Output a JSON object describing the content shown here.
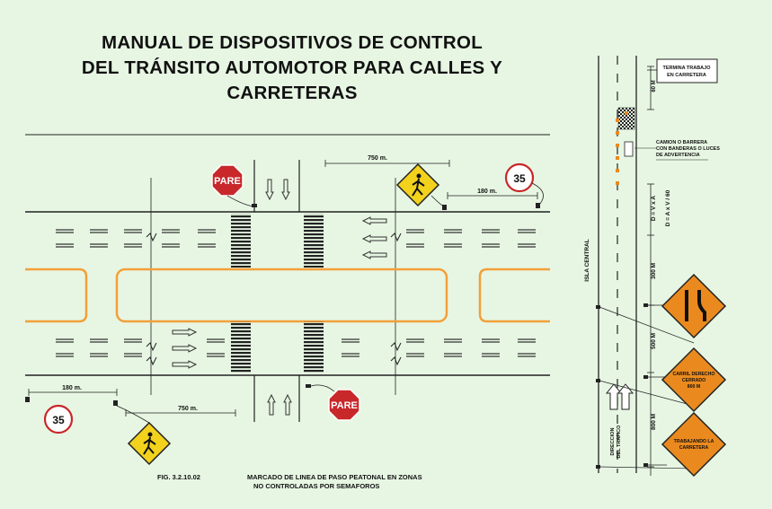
{
  "title": {
    "line1": "MANUAL DE DISPOSITIVOS DE CONTROL",
    "line2": "DEL TRÁNSITO AUTOMOTOR PARA CALLES Y",
    "line3": "CARRETERAS"
  },
  "intersection": {
    "stop_sign_text": "PARE",
    "speed_limit": "35",
    "dim_750_top": "750 m.",
    "dim_180_top": "180 m.",
    "dim_180_bottom": "180 m.",
    "dim_750_bottom": "750 m.",
    "figure_number": "FIG. 3.2.10.02",
    "caption_line1": "MARCADO DE LINEA DE PASO PEATONAL EN ZONAS",
    "caption_line2": "NO CONTROLADAS POR SEMAFOROS"
  },
  "work_zone": {
    "end_sign_line1": "TERMINA TRABAJO",
    "end_sign_line2": "EN CARRETERA",
    "dim_top": "60 M",
    "truck_line1": "CAMION O BARRERA",
    "truck_line2": "CON BANDERAS O LUCES",
    "truck_line3": "DE ADVERTENCIA",
    "formula_1": "D = V x A",
    "formula_2": "D = A x V / 60",
    "dim_300": "300 M",
    "dim_500": "500 M",
    "dim_800": "800 M",
    "isla_central": "ISLA CENTRAL",
    "direction_line1": "DIRECCION",
    "direction_line2": "DEL TRAFICO",
    "sign2_line1": "CARRIL DERECHO",
    "sign2_line2": "CERRADO",
    "sign2_line3": "800 M",
    "sign3_line1": "TRABAJANDO LA",
    "sign3_line2": "CARRETERA"
  },
  "colors": {
    "background": "#e7f6e3",
    "stop_red": "#c8282a",
    "warning_yellow": "#f2d21c",
    "work_orange": "#ea8a1e",
    "median_orange": "#f2a03a"
  }
}
